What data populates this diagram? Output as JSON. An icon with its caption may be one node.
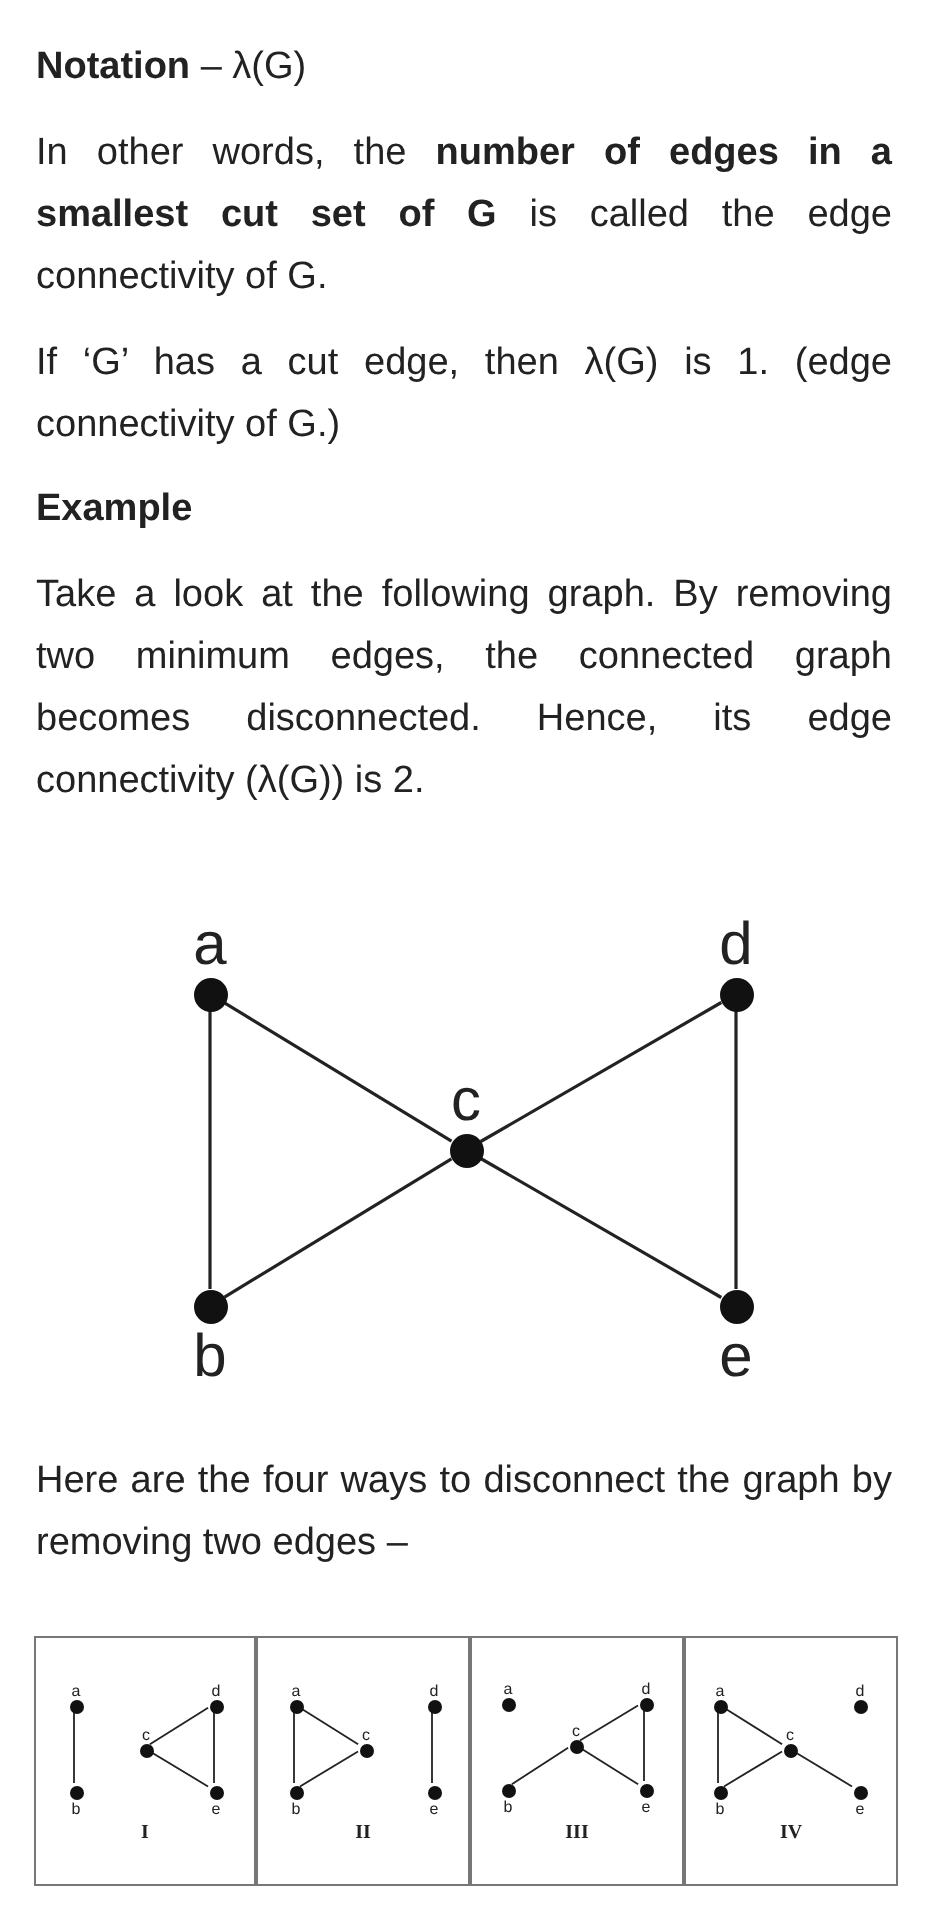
{
  "diagram": {
    "nodes": [
      {
        "text": [
          "a"
        ]
      },
      {
        "text": [
          "d"
        ]
      },
      {
        "text": [
          "c"
        ]
      },
      {
        "text": [
          "b"
        ]
      },
      {
        "text": [
          "e"
        ]
      },
      {
        "text": [
          "I"
        ]
      },
      {
        "text": [
          "a"
        ],
        "in": 5
      },
      {
        "text": [
          "d"
        ],
        "in": 5
      },
      {
        "text": [
          "c"
        ],
        "in": 5
      },
      {
        "text": [
          "b"
        ],
        "in": 5
      },
      {
        "text": [
          "e"
        ],
        "in": 5
      },
      {
        "text": [
          "II"
        ]
      },
      {
        "text": [
          "a"
        ],
        "in": 11
      },
      {
        "text": [
          "d"
        ],
        "in": 11
      },
      {
        "text": [
          "c"
        ],
        "in": 11
      },
      {
        "text": [
          "b"
        ],
        "in": 11
      },
      {
        "text": [
          "e"
        ],
        "in": 11
      },
      {
        "text": [
          "III"
        ]
      },
      {
        "text": [
          "a"
        ],
        "in": 17
      },
      {
        "text": [
          "d"
        ],
        "in": 17
      },
      {
        "text": [
          "c"
        ],
        "in": 17
      },
      {
        "text": [
          "b"
        ],
        "in": 17
      },
      {
        "text": [
          "e"
        ],
        "in": 17
      },
      {
        "text": [
          "IV"
        ]
      },
      {
        "text": [
          "a"
        ],
        "in": 23
      },
      {
        "text": [
          "d"
        ],
        "in": 23
      },
      {
        "text": [
          "c"
        ],
        "in": 23
      },
      {
        "text": [
          "b"
        ],
        "in": 23
      },
      {
        "text": [
          "e"
        ],
        "in": 23
      }
    ],
    "edges": [
      {
        "from": 0,
        "to": 3,
        "arrow": "none"
      },
      {
        "from": 0,
        "to": 2,
        "arrow": "none"
      },
      {
        "from": 3,
        "to": 2,
        "arrow": "none"
      },
      {
        "from": 2,
        "to": 1,
        "arrow": "none"
      },
      {
        "from": 2,
        "to": 4,
        "arrow": "none"
      },
      {
        "from": 1,
        "to": 4,
        "arrow": "none"
      },
      {
        "from": 6,
        "to": 9,
        "arrow": "none"
      },
      {
        "from": 8,
        "to": 7,
        "arrow": "none"
      },
      {
        "from": 8,
        "to": 10,
        "arrow": "none"
      },
      {
        "from": 7,
        "to": 10,
        "arrow": "none"
      },
      {
        "from": 12,
        "to": 15,
        "arrow": "none"
      },
      {
        "from": 12,
        "to": 14,
        "arrow": "none"
      },
      {
        "from": 15,
        "to": 14,
        "arrow": "none"
      },
      {
        "from": 13,
        "to": 16,
        "arrow": "none"
      },
      {
        "from": 21,
        "to": 20,
        "arrow": "none"
      },
      {
        "from": 20,
        "to": 19,
        "arrow": "none"
      },
      {
        "from": 20,
        "to": 22,
        "arrow": "none"
      },
      {
        "from": 19,
        "to": 22,
        "arrow": "none"
      },
      {
        "from": 24,
        "to": 27,
        "arrow": "none"
      },
      {
        "from": 24,
        "to": 26,
        "arrow": "none"
      },
      {
        "from": 27,
        "to": 26,
        "arrow": "none"
      },
      {
        "from": 26,
        "to": 28,
        "arrow": "none"
      }
    ],
    "labels": [
      "**Notation** – λ(G)",
      "In other words, the **number of edges in a smallest cut set of G** is called the edge connectivity of G.",
      "If ‘G’ has a cut edge, then λ(G) is 1. (edge connectivity of G.)",
      "Example",
      "Take a look at the following graph. By removing two minimum edges, the connected graph becomes disconnected. Hence, its edge connectivity (λ(G)) is 2.",
      "Here are the four ways to disconnect the graph by removing two edges –"
    ]
  }
}
